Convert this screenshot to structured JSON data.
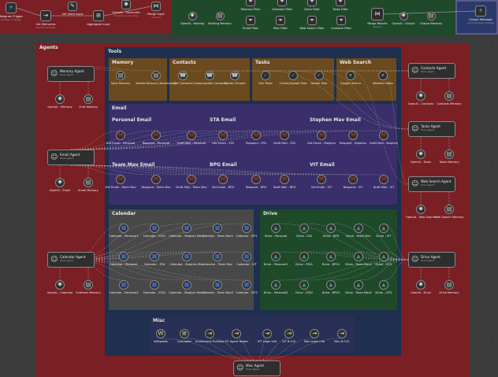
{
  "colors": {
    "bg": "#3b3b3b",
    "red_zone": "#7a1f24",
    "green_zone": "#1f4a2a",
    "navy_zone": "#1e2f4f",
    "purple_zone": "#3a2f6a",
    "memory_brown": "#6a4a1e",
    "wire": "#bdbdbd",
    "gmail_red": "#d93025",
    "drive_green": "#1fa463",
    "calendar_blue": "#4285f4"
  },
  "top": {
    "telegram_trigger": {
      "label": "Telegram Trigger",
      "sub": "Updates: message",
      "icon": "telegram-icon"
    },
    "get_memories": {
      "label": "Get Memories",
      "sub": "Execute Workflow"
    },
    "set_voice_input": {
      "label": "Set Voice Input"
    },
    "aggregate_input": {
      "label": "Aggregate Input"
    },
    "openai_transcribe": {
      "label": "OpenAI - Transcribe",
      "sub": "transcribe a recording"
    },
    "merge_input": {
      "label": "Merge Input",
      "sub": "combine"
    },
    "openai_routing": {
      "label": "OpenAI - Routing"
    },
    "routing_memory": {
      "label": "Routing Memory"
    },
    "memory_filter": {
      "label": "Memory Filter"
    },
    "calendar_filter": {
      "label": "Calendar Filter"
    },
    "drive_filter": {
      "label": "Drive Filter"
    },
    "tasks_filter": {
      "label": "Tasks Filter"
    },
    "email_filter": {
      "label": "Email Filter"
    },
    "misc_filter": {
      "label": "Misc Filter"
    },
    "web_search_filter": {
      "label": "Web Search Filter"
    },
    "contacts_filter": {
      "label": "Contacts Filter"
    },
    "merge_results": {
      "label": "Merge Results",
      "sub": "append"
    },
    "openai_output": {
      "label": "OpenAI - Output"
    },
    "output_memory": {
      "label": "Output Memory"
    },
    "output_message": {
      "label": "Output Message",
      "sub": "send/message message"
    }
  },
  "agents_zone": {
    "label": "Agents"
  },
  "tools_zone": {
    "label": "Tools"
  },
  "agents": {
    "memory": {
      "title": "Memory Agent",
      "sub": "Tools Agent",
      "model": "OpenAI - Memory",
      "memory": "Chat Memory"
    },
    "email": {
      "title": "Email Agent",
      "sub": "Tools Agent",
      "model": "OpenAI - Email",
      "memory": "Email Memory"
    },
    "calendar": {
      "title": "Calendar Agent",
      "sub": "Tools Agent",
      "model": "OpenAI - Calendar",
      "memory": "Calendar Memory"
    },
    "contacts": {
      "title": "Contacts Agent",
      "sub": "Tools Agent",
      "model": "OpenAI - Contacts",
      "memory": "Contacts Memory"
    },
    "tasks": {
      "title": "Tasks Agent",
      "sub": "Tools Agent",
      "model": "OpenAI - Tasks",
      "memory": "Tasks Memory"
    },
    "websearch": {
      "title": "Web Search Agent",
      "sub": "Tools Agent",
      "model": "OpenAI - Web Search",
      "memory": "Web Search Memory"
    },
    "drive": {
      "title": "Drive Agent",
      "sub": "Tools Agent",
      "model": "OpenAI - Drive",
      "memory": "Drive Memory"
    },
    "misc": {
      "title": "Misc Agent",
      "sub": "Tools Agent"
    }
  },
  "tool_groups": {
    "memory": {
      "label": "Memory",
      "items": [
        "Save Memory",
        "Delete Memory (Deactivate)"
      ]
    },
    "contacts": {
      "label": "Contacts",
      "items": [
        "Get Contacts",
        "Create/Update Contacts",
        "Delete Contact"
      ]
    },
    "tasks": {
      "label": "Tasks",
      "items": [
        "Get Tasks",
        "Create/Update Task",
        "Delete Task"
      ]
    },
    "websearch": {
      "label": "Web Search",
      "items": [
        "Google Search",
        "Weather News"
      ]
    },
    "email": {
      "label": "Email"
    },
    "personal_email": {
      "label": "Personal Email",
      "items": [
        "Get Email - Personal",
        "Respond - Personal",
        "Draft Mail - Personal"
      ]
    },
    "sta_email": {
      "label": "STA Email",
      "items": [
        "Get Email - STA",
        "Respond - STA",
        "Draft Mail - STA"
      ]
    },
    "stephen_email": {
      "label": "Stephen Mav Email",
      "items": [
        "Get Email - Stephen",
        "Respond - Stephen",
        "Draft Mail - Stephen"
      ]
    },
    "team_email": {
      "label": "Team Mav Email",
      "items": [
        "Get Email - Team Mav",
        "Respond - Team Mav",
        "Draft Mail - Team Mav"
      ]
    },
    "bpg_email": {
      "label": "BPG Email",
      "items": [
        "Get Email - BPG",
        "Respond - BPG",
        "Draft Mail - BPG"
      ]
    },
    "vit_email": {
      "label": "VIT Email",
      "items": [
        "Get Email - VIT",
        "Respond - VIT",
        "Draft Mail - VIT"
      ]
    },
    "calendar": {
      "label": "Calendar",
      "rows": [
        [
          "Calendar - Personal1",
          "Calendar - STA1",
          "Calendar - Stephen Mav1",
          "Calendar - Team Mav1",
          "Calendar - VIT1"
        ],
        [
          "Calendar - Personal",
          "Calendar - STA",
          "Calendar - Stephen Mav",
          "Calendar - Team Mav",
          "Calendar - VIT"
        ],
        [
          "Calendar - Personal2",
          "Calendar - STA2",
          "Calendar - Stephen Mav2",
          "Calendar - Team Mav2",
          "Calendar - VIT2"
        ]
      ]
    },
    "drive": {
      "label": "Drive",
      "rows": [
        [
          "Drive - Personal",
          "Drive - STA",
          "Drive - BPG",
          "Drive - Team Mav",
          "Drive - VIT"
        ],
        [
          "Drive - Personal1",
          "Drive - STA1",
          "Drive - BPG1",
          "Drive - Team Mav1",
          "Drive - VIT1"
        ],
        [
          "Drive - Personal2",
          "Drive - STA2",
          "Drive - BPG2",
          "Drive - Team Mav2",
          "Drive - VIT2"
        ]
      ]
    },
    "misc": {
      "label": "Misc",
      "items": [
        "Wikipedia",
        "Calculator",
        "Investment Portfolio",
        "VIT Agent Roster",
        "VIT Login Info",
        "VIT B.O.B.",
        "Mav Login Info",
        "Mav B.O.B."
      ]
    }
  }
}
